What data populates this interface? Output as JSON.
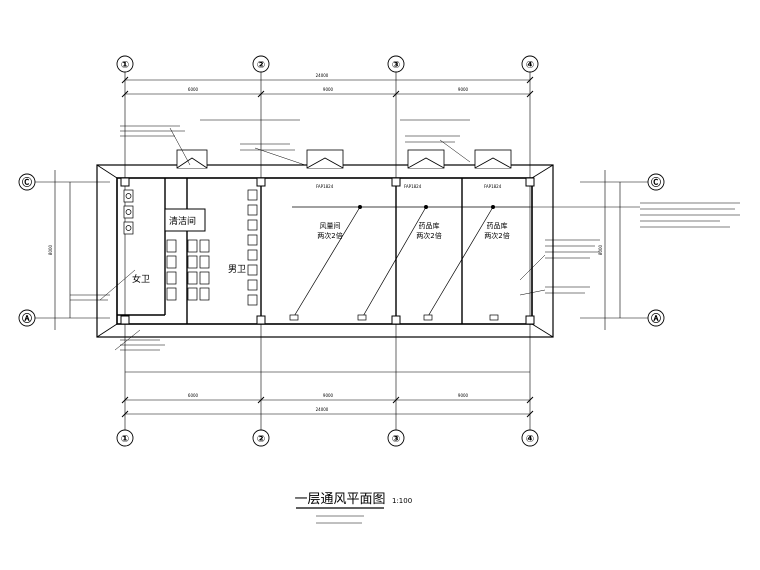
{
  "axes": {
    "columns": [
      "①",
      "②",
      "③",
      "④"
    ],
    "rows": [
      "Ⓒ",
      "Ⓐ"
    ]
  },
  "rooms": {
    "womens_wc": "女卫",
    "mens_wc": "男卫",
    "cleaning": "清洁间",
    "room_left": "风量间",
    "room_mid": "药品库",
    "room_right": "药品库",
    "note": "两次2倍"
  },
  "louvers": [
    "FAP1824",
    "FAP1824",
    "FAP1824"
  ],
  "title": {
    "main": "一层通风平面图",
    "scale": "1:100"
  },
  "dimensions": {
    "total": "24000",
    "segments": [
      "6000",
      "9000",
      "9000"
    ],
    "vertical": "8000"
  }
}
